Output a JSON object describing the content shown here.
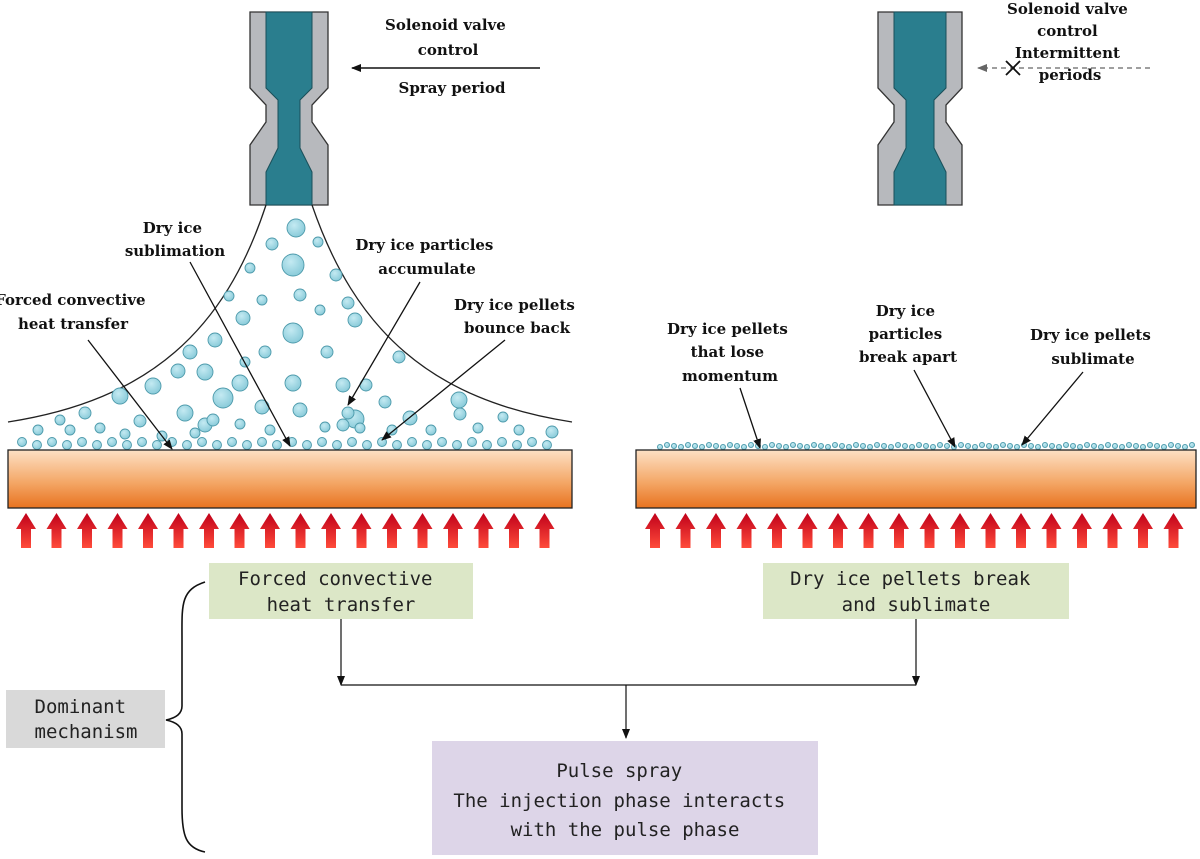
{
  "left_panel": {
    "valve_label_line1": "Solenoid valve",
    "valve_label_line2": "control",
    "period_label": "Spray period",
    "annotations": {
      "sublimation": [
        "Dry ice",
        "sublimation"
      ],
      "accumulate": [
        "Dry ice particles",
        "accumulate"
      ],
      "forced": [
        "Forced convective",
        "heat transfer"
      ],
      "bounce": [
        "Dry ice pellets",
        "bounce back"
      ]
    },
    "mechanism_box": [
      "Forced convective",
      "heat transfer"
    ]
  },
  "right_panel": {
    "valve_label_line1": "Solenoid valve",
    "valve_label_line2": "control",
    "valve_label_line3": "Intermittent",
    "valve_label_line4": "periods",
    "annotations": {
      "lose": [
        "Dry ice pellets",
        "that lose",
        "momentum"
      ],
      "break": [
        "Dry ice",
        "particles",
        "break apart"
      ],
      "sublimate": [
        "Dry ice pellets",
        "sublimate"
      ]
    },
    "mechanism_box": [
      "Dry ice pellets break",
      "and sublimate"
    ]
  },
  "dominant_label": [
    "Dominant",
    "mechanism"
  ],
  "result_box": [
    "Pulse spray",
    "The injection phase interacts",
    "with the pulse phase"
  ],
  "colors": {
    "nozzle_outer": "#b7b9bd",
    "nozzle_inner": "#2a7e8e",
    "particle": "#8ccfdc",
    "arrow_red": "#e2231a",
    "green_box": "#dce7c7",
    "grey_box": "#d9d9d9",
    "purple_box": "#ddd5e8"
  }
}
